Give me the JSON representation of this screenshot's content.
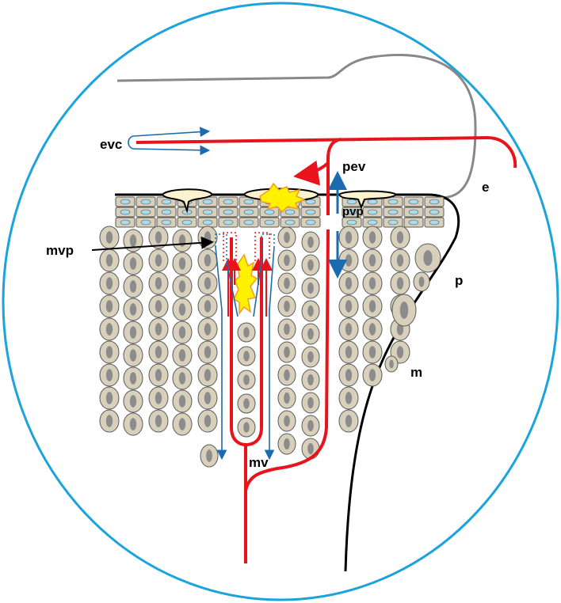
{
  "labels": {
    "evc": "evc",
    "pev": "pev",
    "pvp": "pvp",
    "mvp": "mvp",
    "e": "e",
    "p": "p",
    "m": "m",
    "mv": "mv"
  },
  "colors": {
    "outline": "#1aa3dc",
    "vessel_red": "#e8141b",
    "vessel_blue": "#1b6bb0",
    "cell_fill": "#d8d0bb",
    "cell_stroke": "#5a5a5a",
    "nucleus": "#8c8c8c",
    "epithelial_nucleus": "#a8dcef",
    "cuticle_gray": "#888888",
    "flash": "#fff200",
    "flash_outline": "#f59a23",
    "cyst_fill": "#fbf3cf"
  }
}
